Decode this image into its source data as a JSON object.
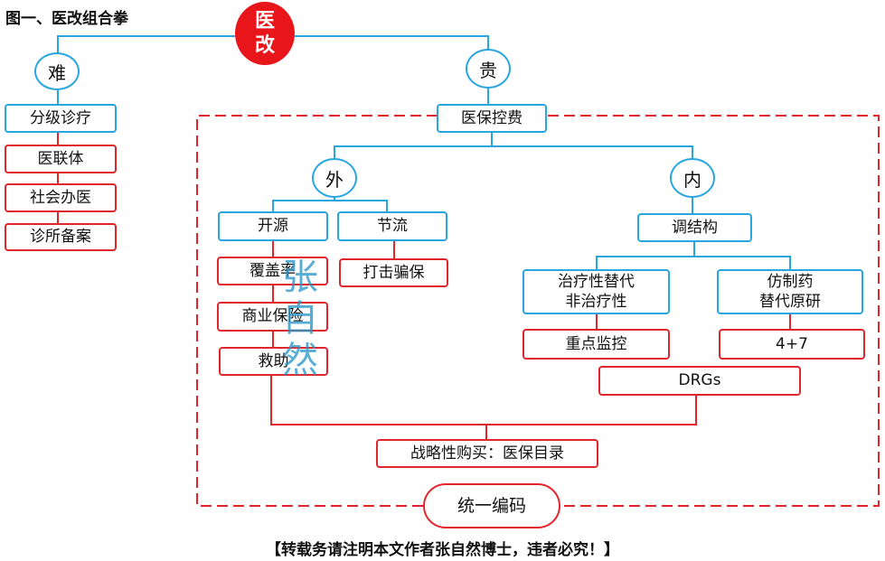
{
  "title": "图一、医改组合拳",
  "root": {
    "line1": "医",
    "line2": "改"
  },
  "nodes": {
    "nan": "难",
    "gui": "贵",
    "wai": "外",
    "nei": "内",
    "fenji": "分级诊疗",
    "yilianti": "医联体",
    "shehui": "社会办医",
    "zhensuo": "诊所备案",
    "yibao": "医保控费",
    "kaiyuan": "开源",
    "jieliu": "节流",
    "fugai": "覆盖率",
    "shangye": "商业保险",
    "jiuzhu": "救助",
    "daji": "打击骗保",
    "tiaojiegou": "调结构",
    "zhiliao1": "治疗性替代",
    "zhiliao2": "非治疗性",
    "fangzhi1": "仿制药",
    "fangzhi2": "替代原研",
    "zhongdian": "重点监控",
    "four7": "4+7",
    "drgs": "DRGs",
    "zhanlue": "战略性购买：医保目录",
    "bianma": "统一编码"
  },
  "watermark": "张自然",
  "footer": "【转载务请注明本文作者张自然博士，违者必究！】",
  "colors": {
    "blue": "#29a6e0",
    "red": "#e0252b",
    "root_fill": "#e8151b"
  }
}
